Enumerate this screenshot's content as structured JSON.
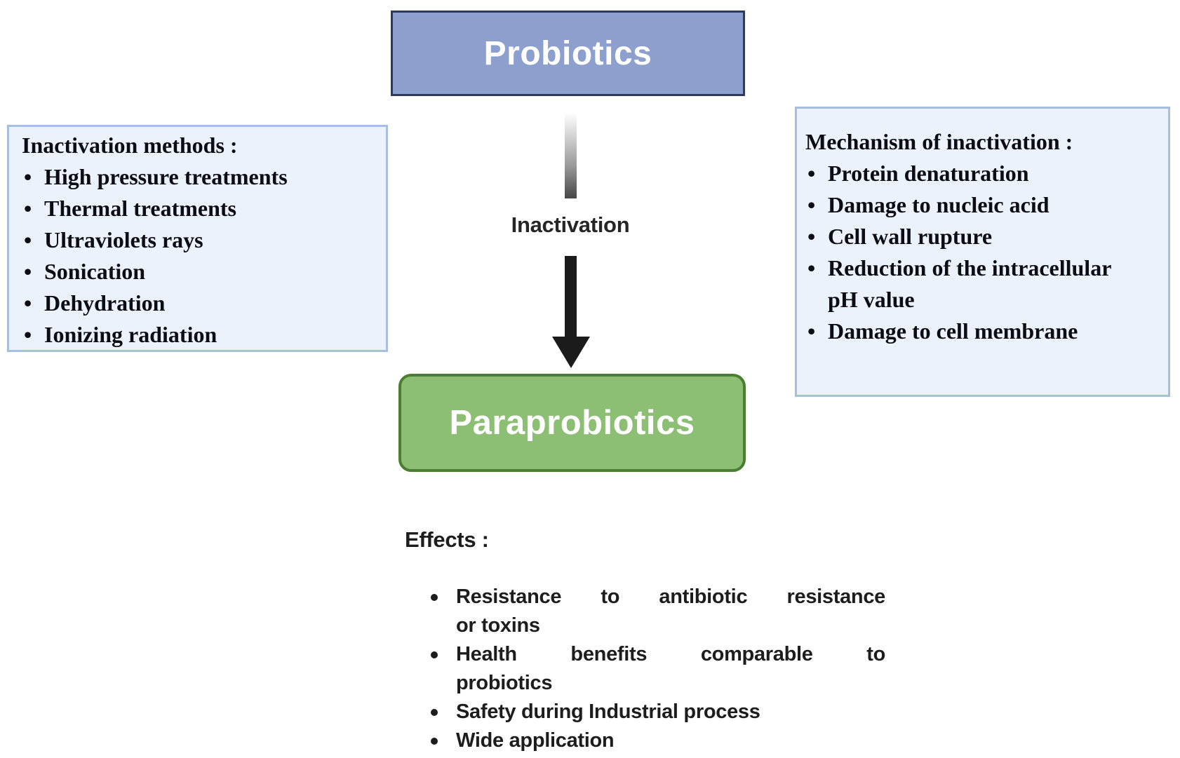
{
  "diagram": {
    "top_box": {
      "label": "Probiotics"
    },
    "flow_arrow": {
      "label": "Inactivation"
    },
    "result_box": {
      "label": "Paraprobiotics"
    },
    "left_panel": {
      "title": "Inactivation methods :",
      "bullet": "•",
      "items": [
        "High pressure treatments",
        "Thermal treatments",
        "Ultraviolets rays",
        "Sonication",
        "Dehydration",
        "Ionizing radiation"
      ]
    },
    "right_panel": {
      "title": "Mechanism of inactivation :",
      "bullet": "•",
      "items_lines": [
        [
          "Protein denaturation"
        ],
        [
          "Damage to nucleic acid"
        ],
        [
          "Cell wall rupture"
        ],
        [
          "Reduction of the intracellular",
          "pH value"
        ],
        [
          "Damage to cell membrane"
        ]
      ]
    },
    "effects": {
      "title": "Effects :",
      "items_lines": [
        [
          "Resistance to antibiotic resistance",
          "or toxins"
        ],
        [
          "Health benefits comparable to",
          "probiotics"
        ],
        [
          "Safety during Industrial process"
        ],
        [
          "Wide application"
        ]
      ]
    }
  },
  "colors": {
    "probiotics_fill": "#8d9fcc",
    "probiotics_border": "#2c3a60",
    "paraprobiotics_fill": "#8cbe74",
    "paraprobiotics_border": "#4b7e33",
    "panel_fill": "#ecf2fb",
    "panel_border": "#a8bede",
    "arrow_color": "#1b1b1b"
  }
}
